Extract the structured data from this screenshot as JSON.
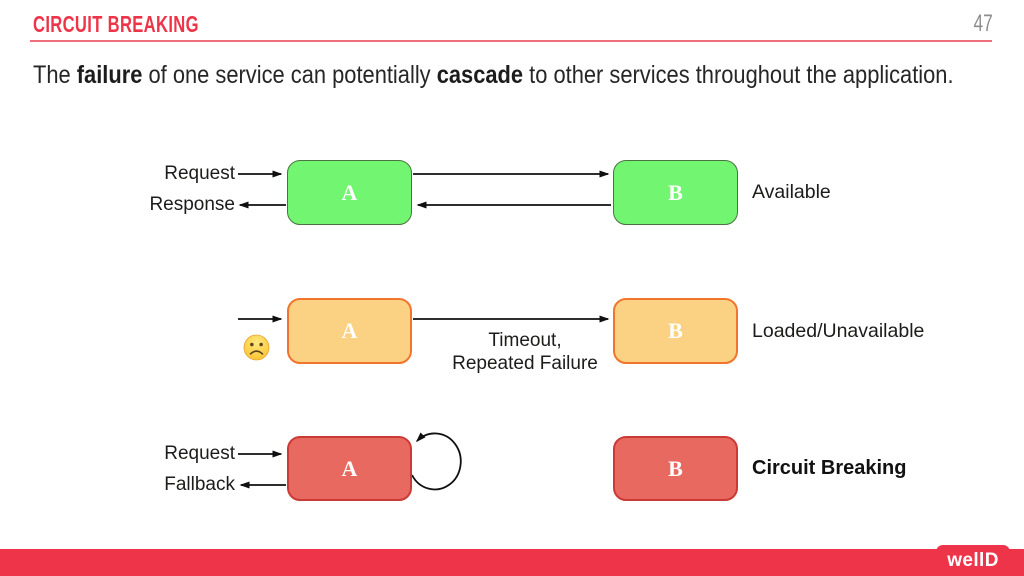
{
  "header": {
    "title": "CIRCUIT BREAKING",
    "page_number": "47"
  },
  "intro": {
    "text_1": "The ",
    "bold_1": "failure",
    "text_2": " of one service can potentially ",
    "bold_2": "cascade",
    "text_3": " to other services throughout the application."
  },
  "diagram": {
    "row_available": {
      "request_label": "Request",
      "response_label": "Response",
      "node_a": "A",
      "node_b": "B",
      "status_label": "Available",
      "fill": "#72f570",
      "border": "#4a7340"
    },
    "row_loaded": {
      "node_a": "A",
      "node_b": "B",
      "arrow_label_line1": "Timeout,",
      "arrow_label_line2": "Repeated Failure",
      "status_label": "Loaded/Unavailable",
      "fill": "#fbd284",
      "border": "#f1752d",
      "icon": "sad-face-icon"
    },
    "row_breaking": {
      "request_label": "Request",
      "fallback_label": "Fallback",
      "node_a": "A",
      "node_b": "B",
      "status_label": "Circuit Breaking",
      "fill": "#e8695f",
      "border": "#cb3b36"
    }
  },
  "footer": {
    "logo_text": "wellD"
  },
  "colors": {
    "accent_red": "#ee3448",
    "header_rule_pink": "#ef6f7c",
    "page_number_gray": "#8d8d8d",
    "text_dark": "#262626",
    "arrow_black": "#101010",
    "sad_face_yellow": "#f9c22e"
  }
}
